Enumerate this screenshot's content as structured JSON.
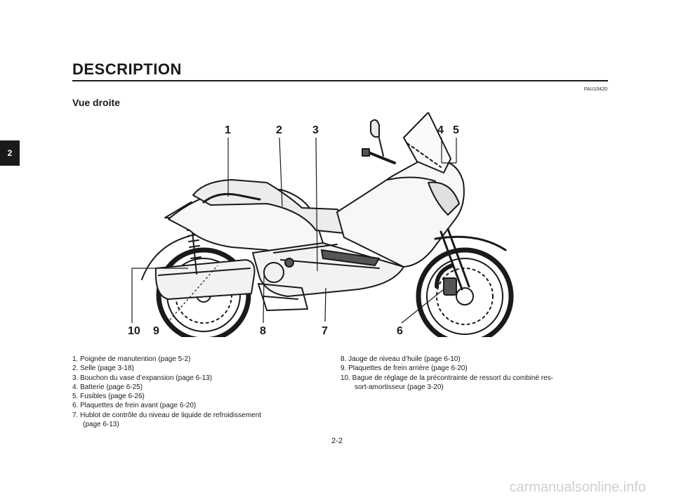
{
  "chapter_tab": "2",
  "header": {
    "title": "DESCRIPTION",
    "ref_code": "FAU10420"
  },
  "subtitle": "Vue droite",
  "callouts": [
    "1",
    "2",
    "3",
    "4",
    "5",
    "6",
    "7",
    "8",
    "9",
    "10"
  ],
  "legend_left": [
    "1. Poignée de manutention (page 5-2)",
    "2. Selle (page 3-18)",
    "3. Bouchon du vase d’expansion (page 6-13)",
    "4. Batterie (page 6-25)",
    "5. Fusibles (page 6-26)",
    "6. Plaquettes de frein avant (page 6-20)",
    "7. Hublot de contrôle du niveau de liquide de refroidissement",
    "(page 6-13)"
  ],
  "legend_right": [
    "8. Jauge de niveau d’huile (page 6-10)",
    "9. Plaquettes de frein arrière (page 6-20)",
    "10. Bague de réglage de la précontrainte de ressort du combiné res-",
    "sort-amortisseur (page 3-20)"
  ],
  "page_number": "2-2",
  "watermark": "carmanualsonline.info"
}
